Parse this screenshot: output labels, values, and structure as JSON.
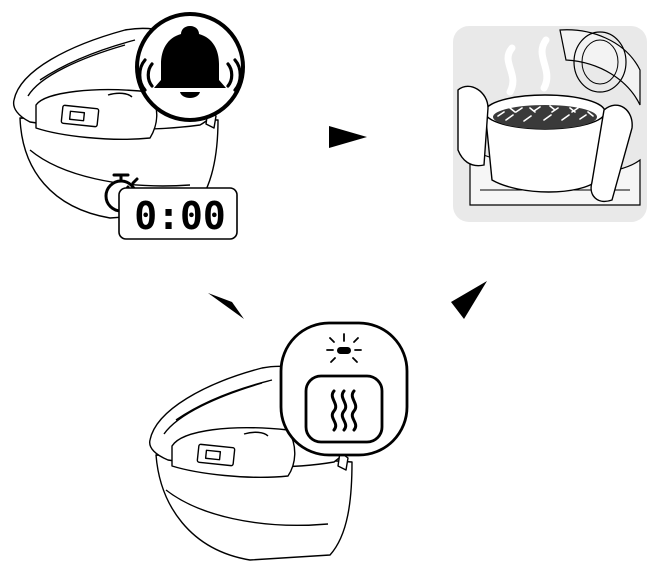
{
  "steps": [
    {
      "icon": "alarm-bell-icon",
      "timer_display": "0:00"
    },
    {
      "icon": "steaming-rice-bowl-icon"
    },
    {
      "icon": "keep-warm-indicator-icon"
    }
  ],
  "arrows": [
    "arrow-right",
    "arrow-down-left",
    "arrow-up-left"
  ],
  "colors": {
    "ink": "#000000",
    "paper": "#ffffff",
    "photo_bg": "#e9e9e9"
  }
}
